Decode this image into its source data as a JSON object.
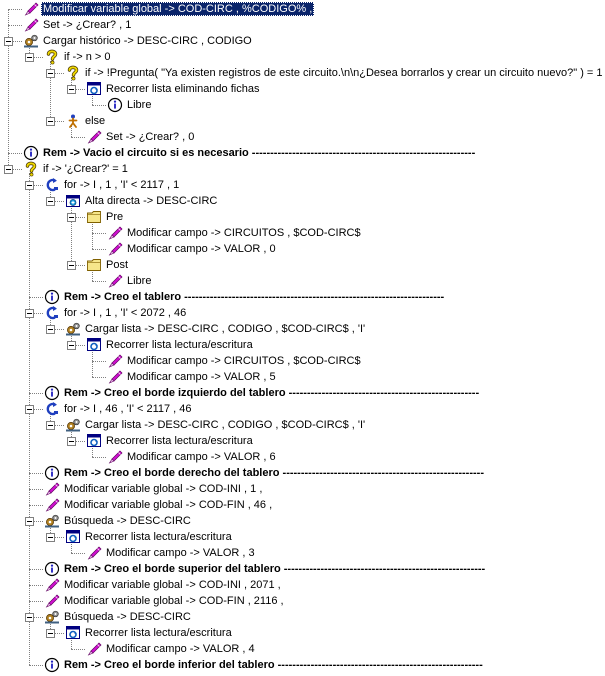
{
  "tree": {
    "rows": [
      {
        "level": 0,
        "icon": "edit-icon",
        "text": "Modificar variable global -> COD-CIRC , %CODIGO% ,",
        "selected": true
      },
      {
        "level": 0,
        "icon": "edit-icon",
        "text": "Set -> ¿Crear? , 1"
      },
      {
        "level": 0,
        "icon": "gears-icon",
        "text": "Cargar histórico -> DESC-CIRC , CODIGO",
        "expander": true
      },
      {
        "level": 1,
        "icon": "question-icon",
        "text": "if -> n > 0",
        "expander": true
      },
      {
        "level": 2,
        "icon": "question-icon",
        "text": "if -> !Pregunta( \"Ya existen registros de este circuito.\\n\\n¿Desea borrarlos y crear un circuito nuevo?\" ) = 1",
        "expander": true
      },
      {
        "level": 3,
        "icon": "loop-window-icon",
        "text": "Recorrer lista eliminando fichas",
        "expander": true
      },
      {
        "level": 4,
        "icon": "info-icon",
        "text": "Libre"
      },
      {
        "level": 2,
        "icon": "else-icon",
        "text": "else",
        "expander": true
      },
      {
        "level": 3,
        "icon": "edit-icon",
        "text": "Set -> ¿Crear? , 0"
      },
      {
        "level": 0,
        "icon": "info-icon",
        "text": "Rem -> Vacio el circuito si es necesario -------------------------------------------------------------",
        "bold": true
      },
      {
        "level": 0,
        "icon": "question-icon",
        "text": "if -> '¿Crear?' = 1",
        "expander": true
      },
      {
        "level": 1,
        "icon": "for-icon",
        "text": "for -> I , 1 , 'I' < 2117 , 1",
        "expander": true
      },
      {
        "level": 2,
        "icon": "record-icon",
        "text": "Alta directa -> DESC-CIRC",
        "expander": true
      },
      {
        "level": 3,
        "icon": "folder-icon",
        "text": "Pre",
        "expander": true
      },
      {
        "level": 4,
        "icon": "edit-icon",
        "text": "Modificar campo -> CIRCUITOS , $COD-CIRC$"
      },
      {
        "level": 4,
        "icon": "edit-icon",
        "text": "Modificar campo -> VALOR , 0"
      },
      {
        "level": 3,
        "icon": "folder-icon",
        "text": "Post",
        "expander": true
      },
      {
        "level": 4,
        "icon": "edit-icon",
        "text": "Libre"
      },
      {
        "level": 1,
        "icon": "info-icon",
        "text": "Rem -> Creo el tablero -----------------------------------------------------------------------",
        "bold": true
      },
      {
        "level": 1,
        "icon": "for-icon",
        "text": "for -> I , 1 , 'I' < 2072 , 46",
        "expander": true
      },
      {
        "level": 2,
        "icon": "gears-icon",
        "text": "Cargar lista -> DESC-CIRC , CODIGO , $COD-CIRC$ , 'I'",
        "expander": true
      },
      {
        "level": 3,
        "icon": "loop-window-icon",
        "text": "Recorrer lista lectura/escritura",
        "expander": true
      },
      {
        "level": 4,
        "icon": "edit-icon",
        "text": "Modificar campo -> CIRCUITOS , $COD-CIRC$"
      },
      {
        "level": 4,
        "icon": "edit-icon",
        "text": "Modificar campo -> VALOR , 5"
      },
      {
        "level": 1,
        "icon": "info-icon",
        "text": "Rem -> Creo el borde izquierdo del tablero ----------------------------------------------------",
        "bold": true
      },
      {
        "level": 1,
        "icon": "for-icon",
        "text": "for -> I , 46 , 'I' < 2117 , 46",
        "expander": true
      },
      {
        "level": 2,
        "icon": "gears-icon",
        "text": "Cargar lista -> DESC-CIRC , CODIGO , $COD-CIRC$ , 'I'",
        "expander": true
      },
      {
        "level": 3,
        "icon": "loop-window-icon",
        "text": "Recorrer lista lectura/escritura",
        "expander": true
      },
      {
        "level": 4,
        "icon": "edit-icon",
        "text": "Modificar campo -> VALOR , 6"
      },
      {
        "level": 1,
        "icon": "info-icon",
        "text": "Rem -> Creo el borde derecho del tablero -------------------------------------------------------",
        "bold": true
      },
      {
        "level": 1,
        "icon": "edit-icon",
        "text": "Modificar variable global -> COD-INI , 1 ,"
      },
      {
        "level": 1,
        "icon": "edit-icon",
        "text": "Modificar variable global -> COD-FIN , 46 ,"
      },
      {
        "level": 1,
        "icon": "gears-icon",
        "text": "Búsqueda -> DESC-CIRC",
        "expander": true
      },
      {
        "level": 2,
        "icon": "loop-window-icon",
        "text": "Recorrer lista lectura/escritura",
        "expander": true
      },
      {
        "level": 3,
        "icon": "edit-icon",
        "text": "Modificar campo -> VALOR , 3"
      },
      {
        "level": 1,
        "icon": "info-icon",
        "text": "Rem -> Creo el borde superior del tablero -------------------------------------------------------",
        "bold": true
      },
      {
        "level": 1,
        "icon": "edit-icon",
        "text": "Modificar variable global -> COD-INI , 2071 ,"
      },
      {
        "level": 1,
        "icon": "edit-icon",
        "text": "Modificar variable global -> COD-FIN , 2116 ,"
      },
      {
        "level": 1,
        "icon": "gears-icon",
        "text": "Búsqueda -> DESC-CIRC",
        "expander": true
      },
      {
        "level": 2,
        "icon": "loop-window-icon",
        "text": "Recorrer lista lectura/escritura",
        "expander": true
      },
      {
        "level": 3,
        "icon": "edit-icon",
        "text": "Modificar campo -> VALOR , 4"
      },
      {
        "level": 1,
        "icon": "info-icon",
        "text": "Rem -> Creo el borde inferior del tablero --------------------------------------------------------",
        "bold": true
      }
    ]
  },
  "colors": {
    "selection_bg": "#0a246a",
    "selection_text": "#ffffff",
    "tree_lines": "#808080",
    "edit_icon": "#c000c0",
    "question_icon": "#e8d000",
    "for_icon": "#1f3fbf",
    "info_icon": "#1f1fbf",
    "folder_icon": "#f0e080"
  }
}
